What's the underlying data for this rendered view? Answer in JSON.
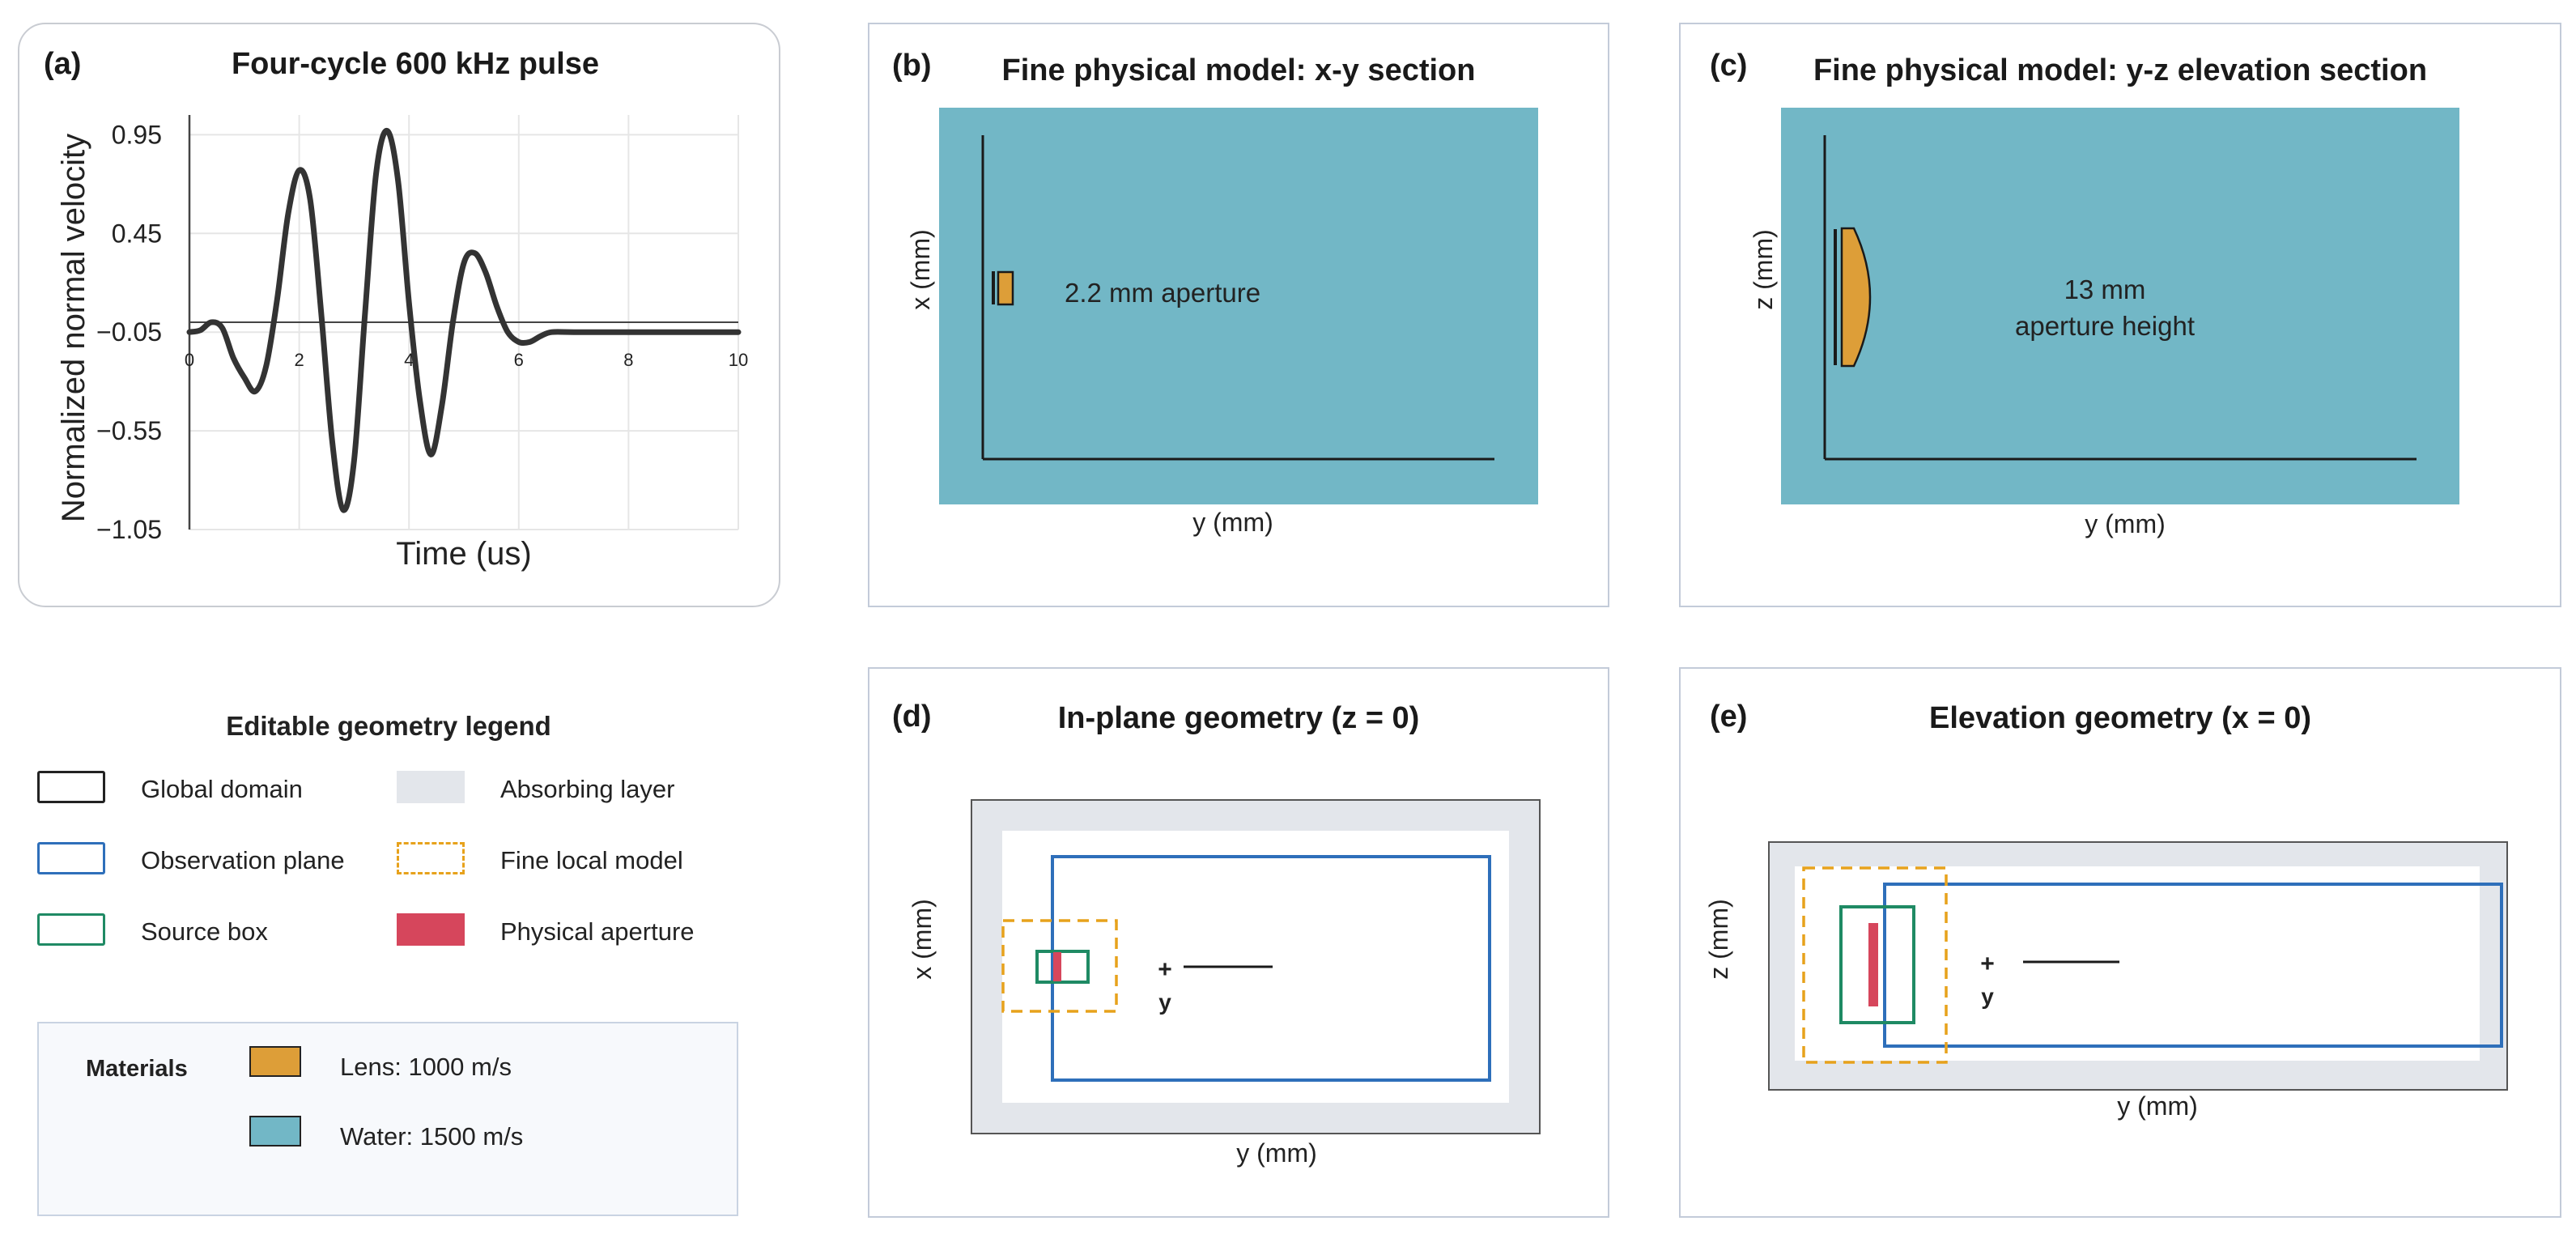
{
  "panel_a": {
    "label": "(a)",
    "title": "Four-cycle 600 kHz pulse",
    "chart_data": {
      "type": "line",
      "title": "Four-cycle 600 kHz pulse",
      "xlabel": "Time (us)",
      "ylabel": "Normalized normal velocity",
      "xlim": [
        0,
        10
      ],
      "ylim": [
        -1.05,
        1.05
      ],
      "xticks": [
        "0",
        "2",
        "4",
        "6",
        "8",
        "10"
      ],
      "yticks": [
        "0.95",
        "0.45",
        "−0.05",
        "−0.55",
        "−1.05"
      ],
      "grid": true,
      "series": [
        {
          "x": [
            0,
            0.2,
            0.4,
            0.6,
            0.8,
            1.0,
            1.2,
            1.4,
            1.6,
            1.8,
            2.0,
            2.2,
            2.4,
            2.6,
            2.8,
            3.0,
            3.2,
            3.4,
            3.6,
            3.8,
            4.0,
            4.2,
            4.4,
            4.6,
            4.8,
            5.0,
            5.2,
            5.4,
            5.6,
            5.8,
            6.0,
            6.2,
            6.4,
            6.6,
            7.0,
            8.0,
            9.0,
            10.0
          ],
          "y": [
            -0.05,
            -0.04,
            0.0,
            -0.03,
            -0.18,
            -0.28,
            -0.35,
            -0.22,
            0.12,
            0.55,
            0.77,
            0.62,
            0.05,
            -0.6,
            -0.95,
            -0.7,
            0.05,
            0.75,
            0.97,
            0.72,
            0.1,
            -0.4,
            -0.67,
            -0.42,
            0.0,
            0.3,
            0.35,
            0.25,
            0.08,
            -0.05,
            -0.1,
            -0.1,
            -0.07,
            -0.05,
            -0.05,
            -0.05,
            -0.05,
            -0.05
          ]
        }
      ]
    }
  },
  "panel_b": {
    "label": "(b)",
    "title": "Fine physical model: x-y section",
    "xlabel": "y (mm)",
    "ylabel": "x (mm)",
    "annotation": "2.2 mm aperture"
  },
  "panel_c": {
    "label": "(c)",
    "title": "Fine physical model: y-z elevation section",
    "xlabel": "y (mm)",
    "ylabel": "z (mm)",
    "annotation_line1": "13 mm",
    "annotation_line2": "aperture height"
  },
  "panel_d": {
    "label": "(d)",
    "title": "In-plane geometry (z = 0)",
    "xlabel": "y (mm)",
    "ylabel": "x (mm)",
    "plus": "+",
    "axis_tag": "y"
  },
  "panel_e": {
    "label": "(e)",
    "title": "Elevation geometry (x = 0)",
    "xlabel": "y (mm)",
    "ylabel": "z (mm)",
    "plus": "+",
    "axis_tag": "y"
  },
  "legend": {
    "title": "Editable geometry legend",
    "items": [
      {
        "label": "Global domain",
        "color": "#222222"
      },
      {
        "label": "Absorbing layer",
        "color": "#e3e6eb"
      },
      {
        "label": "Observation plane",
        "color": "#2e6fba"
      },
      {
        "label": "Fine local model",
        "color": "#e7a21c"
      },
      {
        "label": "Source box",
        "color": "#1f8a64"
      },
      {
        "label": "Physical aperture",
        "color": "#d6465c"
      }
    ]
  },
  "materials": {
    "title": "Materials",
    "items": [
      {
        "label": "Lens: 1000 m/s",
        "color": "#dd9e38"
      },
      {
        "label": "Water: 1500 m/s",
        "color": "#72b7c6"
      }
    ]
  },
  "colors": {
    "water": "#72b7c6",
    "lens": "#dd9e38",
    "absorbing": "#e3e6eb",
    "observation": "#2e6fba",
    "fine_local": "#e7a21c",
    "source": "#1f8a64",
    "aperture": "#d6465c",
    "curve": "#333333"
  }
}
